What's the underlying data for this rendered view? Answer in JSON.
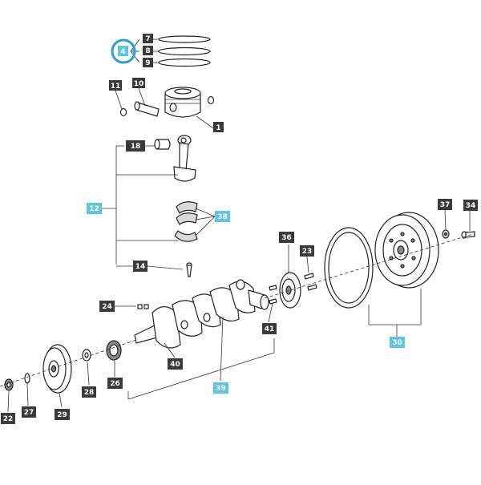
{
  "labels": {
    "p1": "1",
    "p4": "4",
    "p7": "7",
    "p8": "8",
    "p9": "9",
    "p10": "10",
    "p11": "11",
    "p12": "12",
    "p14": "14",
    "p18": "18",
    "p22": "22",
    "p23": "23",
    "p24": "24",
    "p26": "26",
    "p27": "27",
    "p28": "28",
    "p29": "29",
    "p30": "30",
    "p34": "34",
    "p36": "36",
    "p37": "37",
    "p38": "38",
    "p39": "39",
    "p40": "40",
    "p41": "41"
  },
  "colors": {
    "label_dark": "#3a3a3a",
    "label_highlight": "#5cc6e3",
    "selection_ring": "#2a9fd6",
    "line": "#333333"
  },
  "selected_part": "4"
}
